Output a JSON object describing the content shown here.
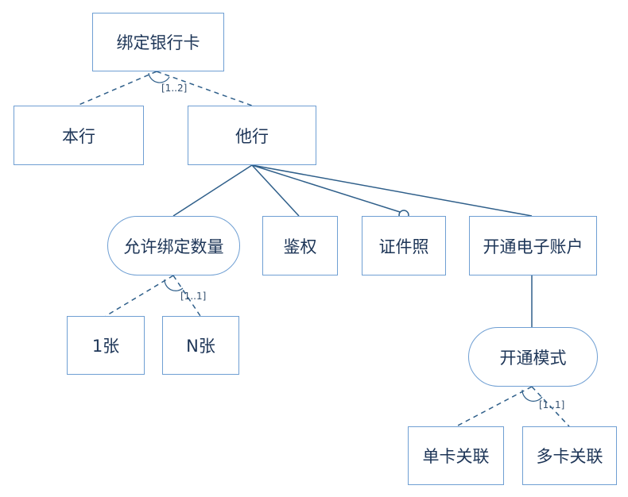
{
  "nodes": {
    "root": "绑定银行卡",
    "own_bank": "本行",
    "other_bank": "他行",
    "allow_bind_count": "允许绑定数量",
    "auth": "鉴权",
    "id_photo": "证件照",
    "open_e_account": "开通电子账户",
    "one_card": "1张",
    "n_cards": "N张",
    "open_mode": "开通模式",
    "single_card": "单卡关联",
    "multi_card": "多卡关联"
  },
  "multiplicity": {
    "root_group": "[1..2]",
    "bind_count_group": "[1..1]",
    "mode_group": "[1..1]"
  },
  "colors": {
    "border": "#6f9fd3",
    "line": "#2f5f8a",
    "text": "#1d3557"
  }
}
